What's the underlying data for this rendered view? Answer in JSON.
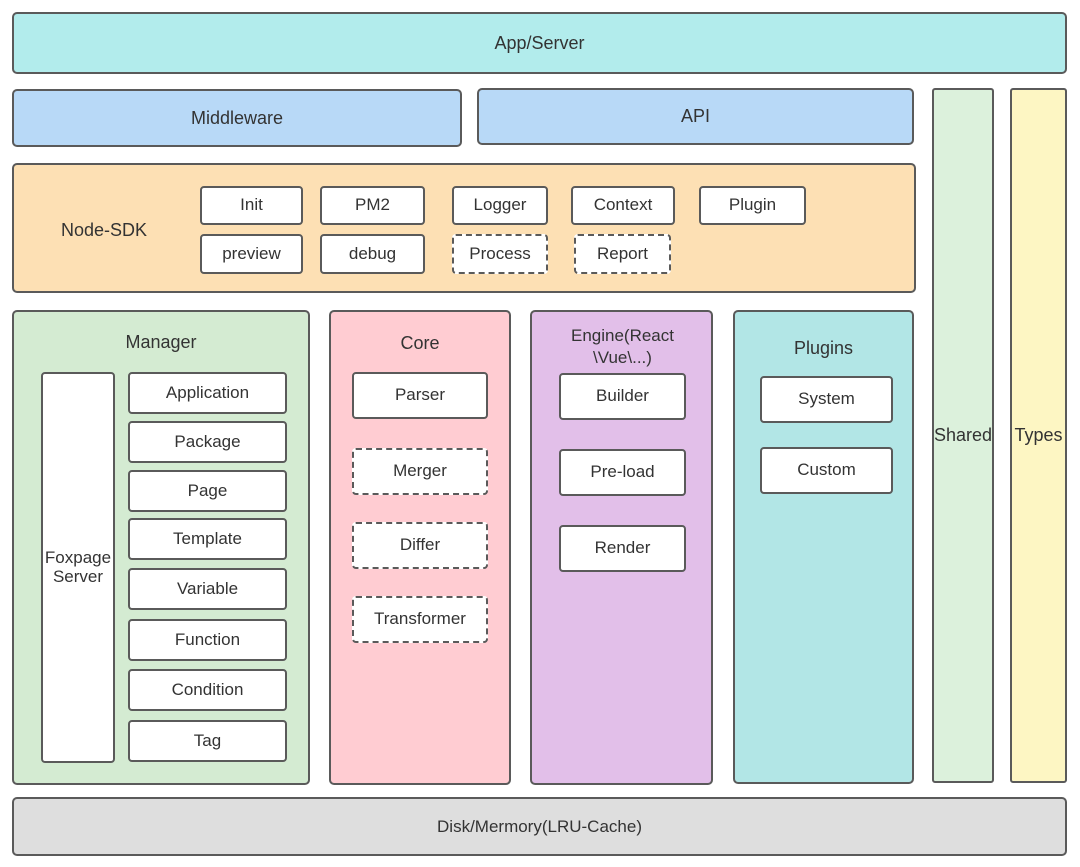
{
  "layers": {
    "app_server": "App/Server",
    "middleware": "Middleware",
    "api": "API",
    "shared": "Shared",
    "types": "Types",
    "disk": "Disk/Mermory(LRU-Cache)"
  },
  "node_sdk": {
    "title": "Node-SDK",
    "items": [
      "Init",
      "PM2",
      "Logger",
      "Context",
      "Plugin",
      "preview",
      "debug",
      "Process",
      "Report"
    ]
  },
  "manager": {
    "title": "Manager",
    "server": "Foxpage Server",
    "items": [
      "Application",
      "Package",
      "Page",
      "Template",
      "Variable",
      "Function",
      "Condition",
      "Tag"
    ]
  },
  "core": {
    "title": "Core",
    "items": [
      "Parser",
      "Merger",
      "Differ",
      "Transformer"
    ]
  },
  "engine": {
    "title": "Engine(React \\Vue\\...)",
    "items": [
      "Builder",
      "Pre-load",
      "Render"
    ]
  },
  "plugins": {
    "title": "Plugins",
    "items": [
      "System",
      "Custom"
    ]
  },
  "colors": {
    "app_server": "#b2ecec",
    "blue": "#b8d9f7",
    "orange": "#fde0b4",
    "green": "#d4ebd2",
    "pink": "#ffccd2",
    "purple": "#e2bfe9",
    "teal": "#b2e6e6",
    "shared": "#dcf1dc",
    "types": "#fdf6c3",
    "disk": "#dedede"
  }
}
